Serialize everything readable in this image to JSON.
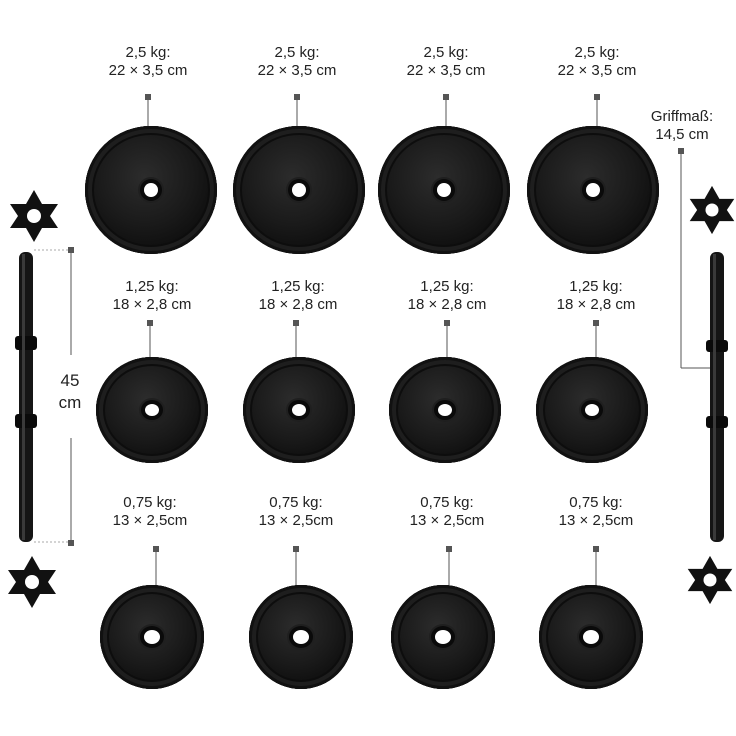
{
  "rows": [
    {
      "weight": "2,5 kg:",
      "size": "22 × 3,5 cm"
    },
    {
      "weight": "1,25 kg:",
      "size": "18 × 2,8 cm"
    },
    {
      "weight": "0,75 kg:",
      "size": "13 × 2,5cm"
    }
  ],
  "bar_length": {
    "value": "45",
    "unit": "cm"
  },
  "grip": {
    "label": "Griffmaß:",
    "value": "14,5 cm"
  }
}
